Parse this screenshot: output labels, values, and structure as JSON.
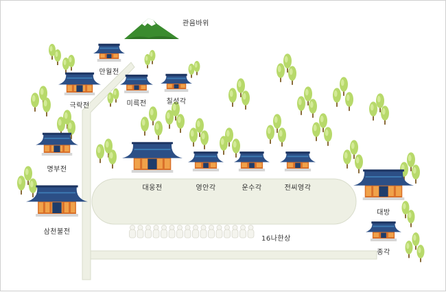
{
  "map": {
    "colors": {
      "path": "#eef0e4",
      "path_border": "#d8dccb",
      "roof": "#2c4f86",
      "roof_light": "#3c78b0",
      "wall": "#d9702a",
      "tree_trunk": "#8a6b3a",
      "tree_leaf": "#b7d96a",
      "mountain": "#3a8b2e"
    },
    "labels": {
      "gwaneum_rock": "관음바위",
      "manwoljeon": "만월전",
      "geungnakjeon": "극락전",
      "mireukjeon": "미륵전",
      "chilseonggak": "칠성각",
      "myeongbujeon": "명부전",
      "samcheonbuljeon": "삼천불전",
      "daeungjeon": "대웅전",
      "yeongangak": "영안각",
      "unsugak": "운수각",
      "jeonssiyeonggak": "전씨영각",
      "nahansang": "16나한상",
      "daebang": "대방",
      "jonggak": "종각"
    },
    "icons": [
      "mountain-icon",
      "temple-building-icon",
      "tree-icon",
      "arhat-statue-icon"
    ]
  }
}
